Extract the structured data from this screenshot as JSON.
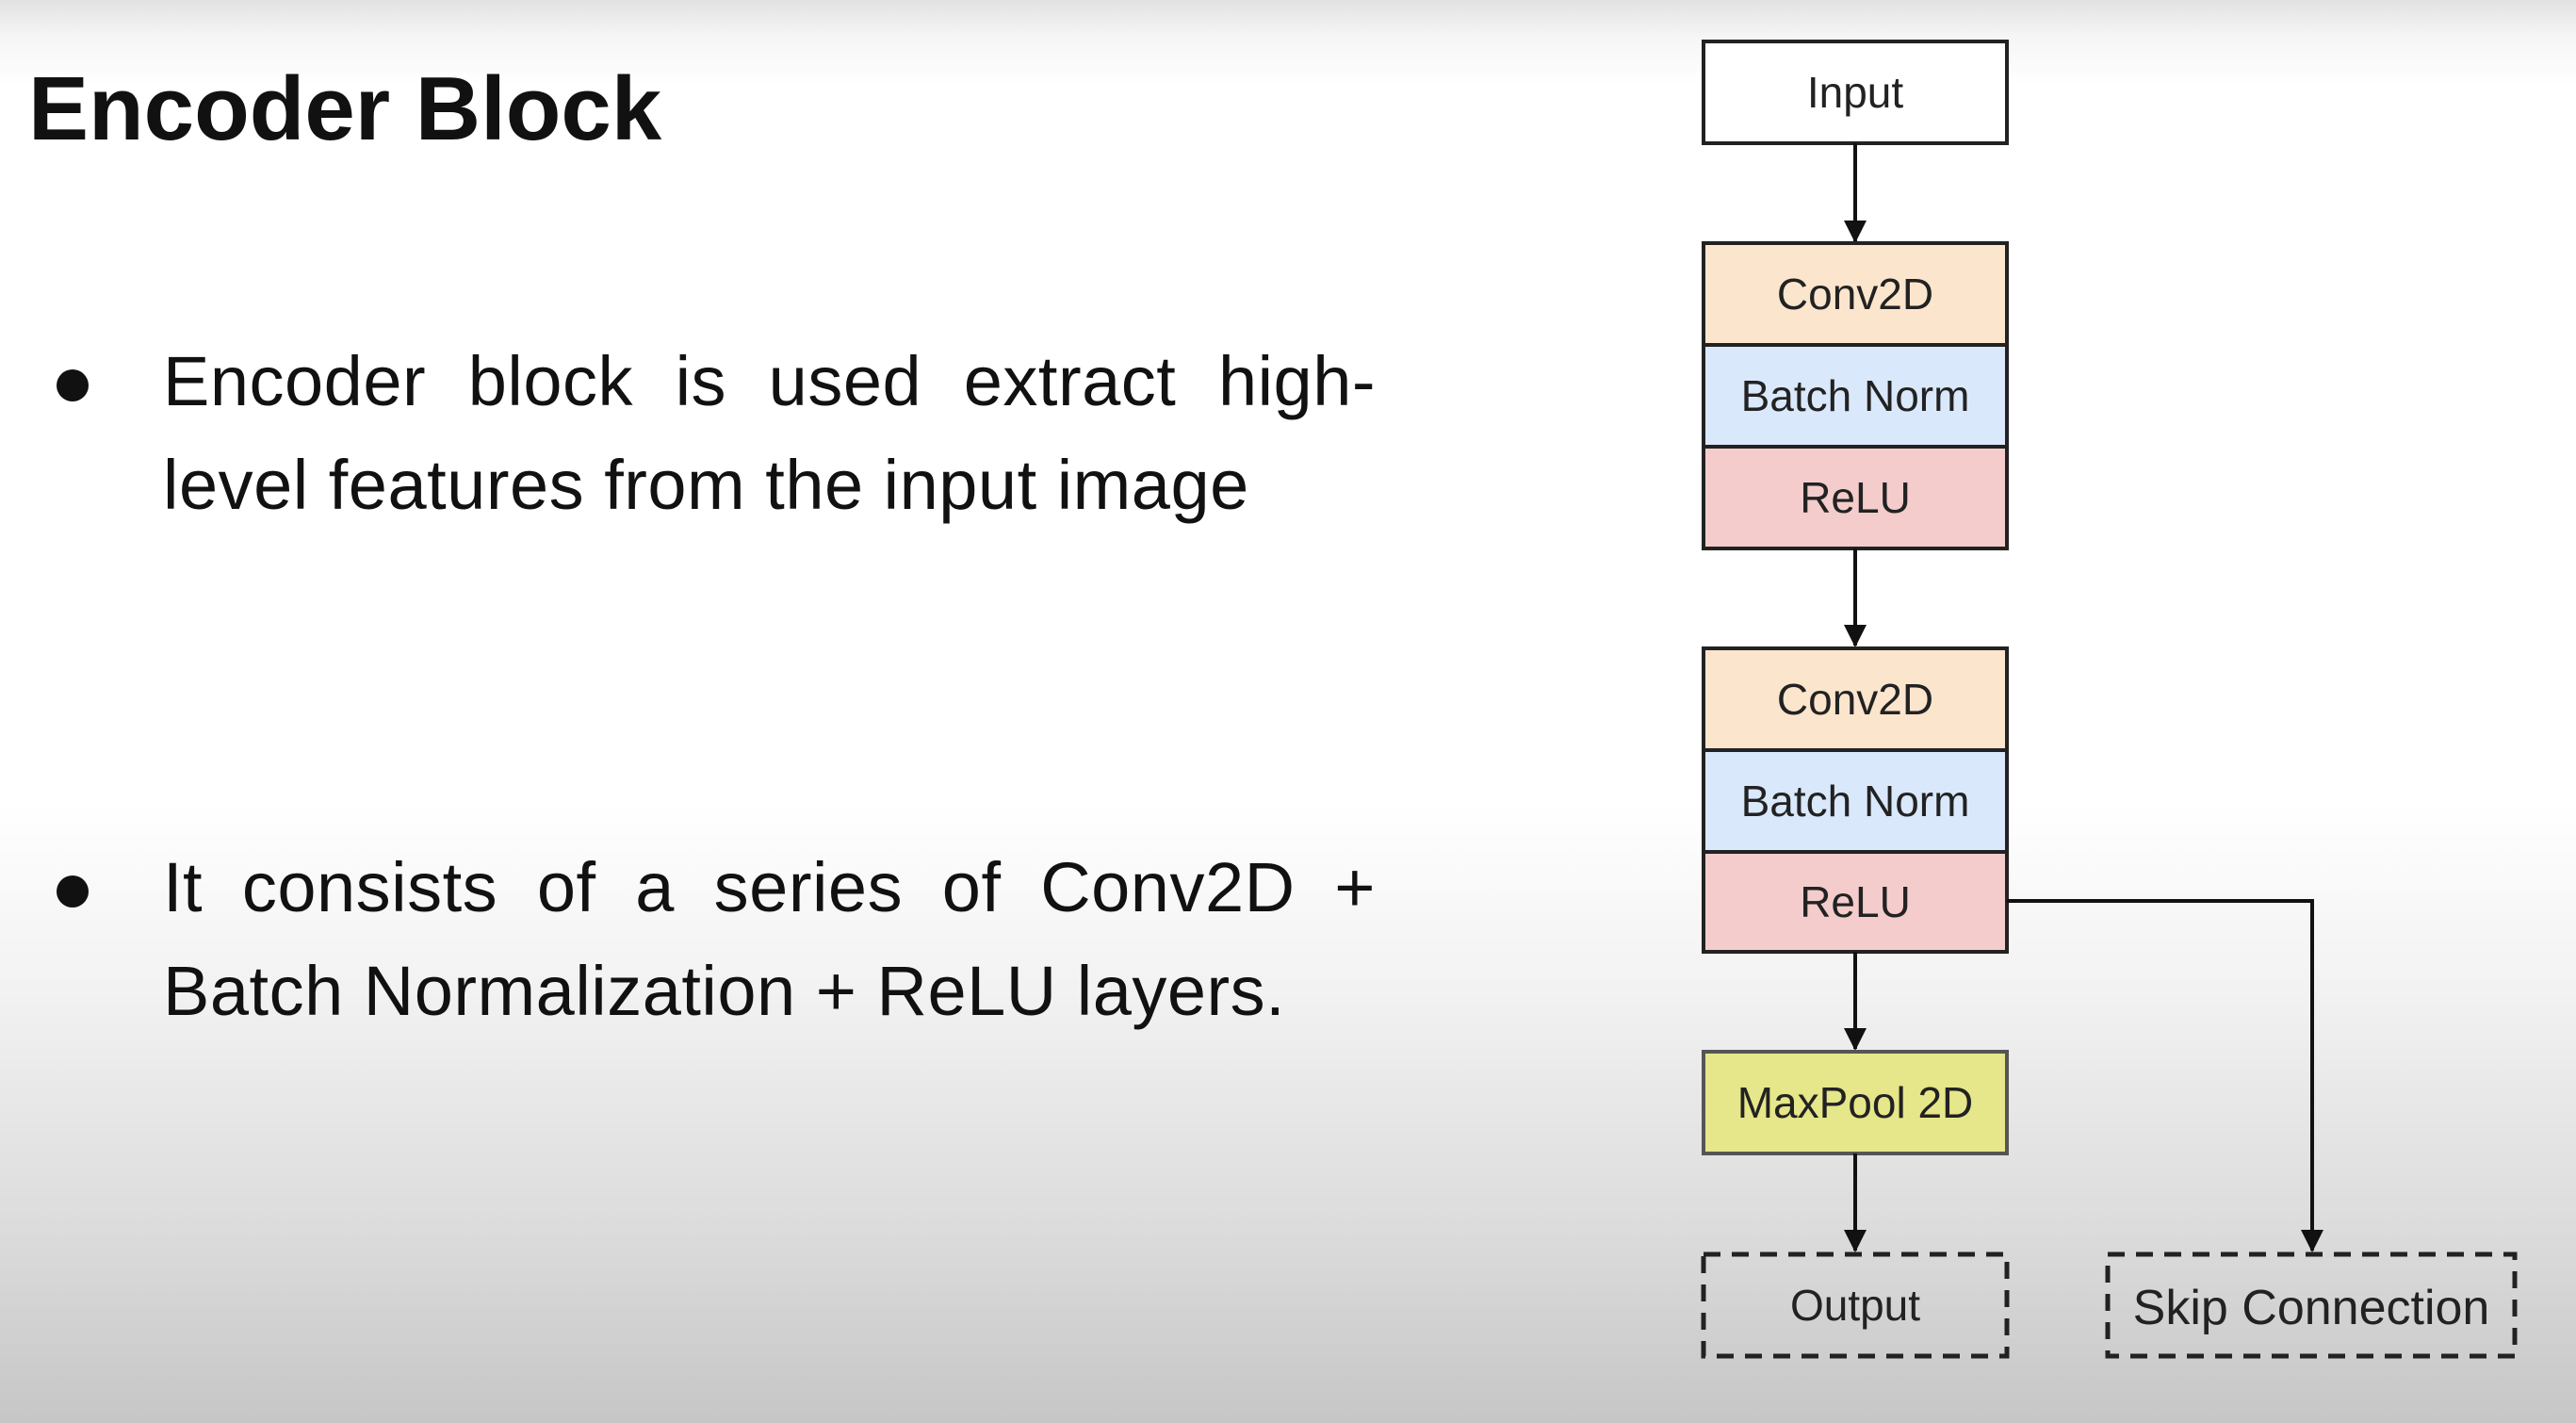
{
  "slide": {
    "title": "Encoder Block",
    "bullets": [
      "Encoder block is used extract high-level features from the input image",
      "It consists of a series of Conv2D + Batch Normalization + ReLU layers."
    ]
  },
  "diagram": {
    "input": "Input",
    "block1": {
      "conv": "Conv2D",
      "norm": "Batch Norm",
      "act": "ReLU"
    },
    "block2": {
      "conv": "Conv2D",
      "norm": "Batch Norm",
      "act": "ReLU"
    },
    "pool": "MaxPool 2D",
    "output": "Output",
    "skip": "Skip Connection",
    "colors": {
      "conv": "#fce5cd",
      "norm": "#dae8fc",
      "act": "#f4cccc",
      "pool": "#e6e68a",
      "io": "#ffffff",
      "stroke": "#222222"
    }
  }
}
